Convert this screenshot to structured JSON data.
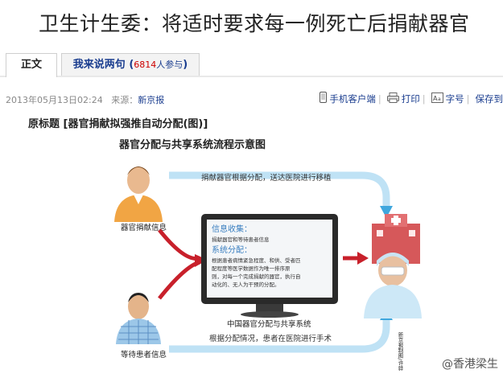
{
  "headline": "卫生计生委：将适时要求每一例死亡后捐献器官",
  "tabs": [
    {
      "label": "正文"
    },
    {
      "label": "我来说两句",
      "count": "6814",
      "suffix": "人参与"
    }
  ],
  "meta": {
    "datetime": "2013年05月13日02:24",
    "source_label": "来源：",
    "source": "新京报"
  },
  "tools": {
    "mobile": "手机客户端",
    "print": "打印",
    "font": "字号",
    "save": "保存到"
  },
  "original_title": "原标题 [器官捐献拟强推自动分配(图)]",
  "figure": {
    "title": "器官分配与共享系统流程示意图",
    "top_flow": "捐献器官根据分配，送达医院进行移植",
    "donor_label": "器官捐献信息",
    "patient_label": "等待患者信息",
    "screen_head1": "信息收集：",
    "screen_line1": "捐献器官和等待患者信息",
    "screen_head2": "系统分配：",
    "screen_line2": "根据患者病情紧急程度、和供、受者匹",
    "screen_line3": "配程度等医学数据作为唯一排序原",
    "screen_line4": "则，对每一个完成捐献的器官，执行自",
    "screen_line5": "动化的、无人为干预的分配。",
    "monitor_label": "中国器官分配与共享系统",
    "bottom_flow": "根据分配情况，患者在医院进行手术",
    "credit": "新京报制图/许骅"
  },
  "watermark": "@香港梁生",
  "colors": {
    "arrow_red": "#c8202b",
    "arrow_blue": "#3fa7de",
    "link": "#1a3d8f"
  }
}
